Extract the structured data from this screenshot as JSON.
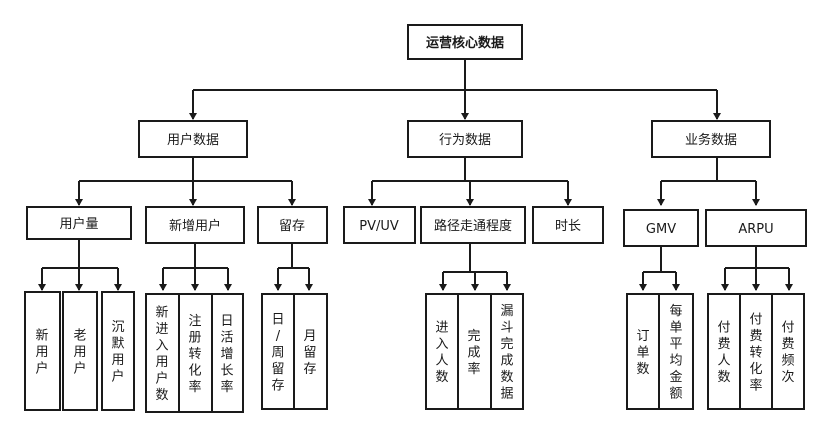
{
  "root": "运营核心数据",
  "categories": {
    "user": "用户数据",
    "behavior": "行为数据",
    "business": "业务数据"
  },
  "subs": {
    "user_volume": "用户量",
    "new_users": "新增用户",
    "retention": "留存",
    "pvuv": "PV/UV",
    "path": "路径走通程度",
    "duration": "时长",
    "gmv": "GMV",
    "arpu": "ARPU"
  },
  "leaves": {
    "new_user": "新用户",
    "old_user": "老用户",
    "dormant_user": "沉默用户",
    "new_entry_users": "新进入用户数",
    "reg_conversion": "注册转化率",
    "dau_growth": "日活增长率",
    "day_week_retention": "日/周留存",
    "month_retention": "月留存",
    "entrants": "进入人数",
    "completion_rate": "完成率",
    "funnel_completion": "漏斗完成数据",
    "order_count": "订单数",
    "avg_order_value": "每单平均金额",
    "payers": "付费人数",
    "pay_conversion": "付费转化率",
    "pay_frequency": "付费频次"
  }
}
